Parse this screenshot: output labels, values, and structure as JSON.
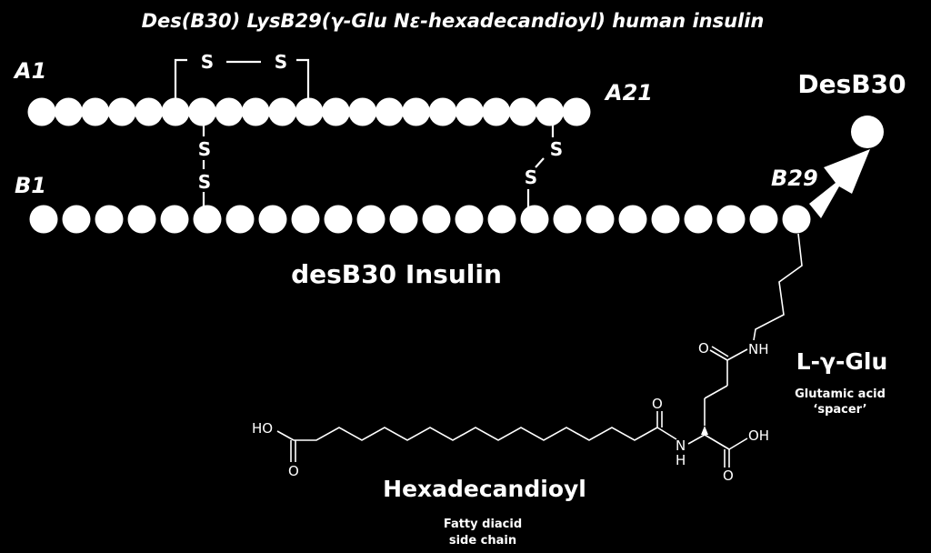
{
  "title": "Des(B30) LysB29(γ-Glu Nε-hexadecandioyl) human insulin",
  "chains": {
    "a_start": "A1",
    "a_end": "A21",
    "b_start": "B1",
    "b_end": "B29",
    "a_residue_count": 21,
    "b_residue_count": 24
  },
  "sulfur_label": "S",
  "removed": {
    "label": "DesB30"
  },
  "insulin_label": "desB30 Insulin",
  "spacer": {
    "title": "L-γ-Glu",
    "line1": "Glutamic acid",
    "line2": "‘spacer’"
  },
  "fatty": {
    "title": "Hexadecandioyl",
    "line1": "Fatty diacid",
    "line2": "side chain"
  },
  "atoms": {
    "nh": "NH",
    "n": "N",
    "h": "H",
    "o": "O",
    "oh": "OH",
    "ho": "HO"
  },
  "colors": {
    "background": "#000000",
    "foreground": "#ffffff"
  }
}
